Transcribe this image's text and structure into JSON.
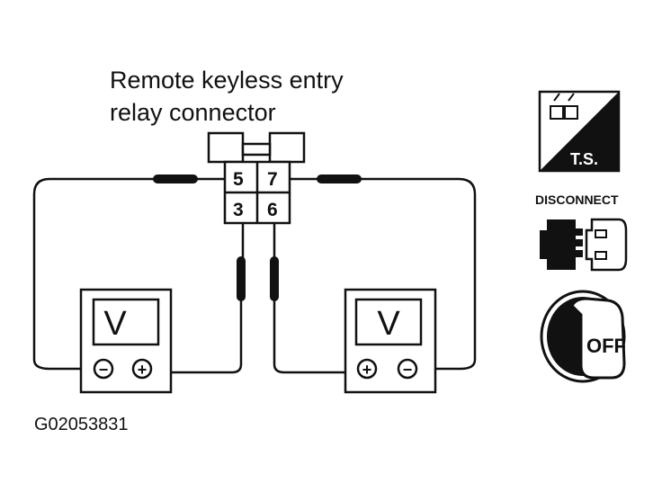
{
  "title_line1": "Remote keyless entry",
  "title_line2": "relay connector",
  "pins": {
    "p5": "5",
    "p7": "7",
    "p3": "3",
    "p6": "6"
  },
  "meter_left": {
    "letter": "V",
    "minus": "−",
    "plus": "+"
  },
  "meter_right": {
    "letter": "V",
    "plus": "+",
    "minus": "−"
  },
  "icons": {
    "ts_label": "T.S.",
    "disconnect_label": "DISCONNECT",
    "off_label": "OFF"
  },
  "figure_id": "G02053831"
}
